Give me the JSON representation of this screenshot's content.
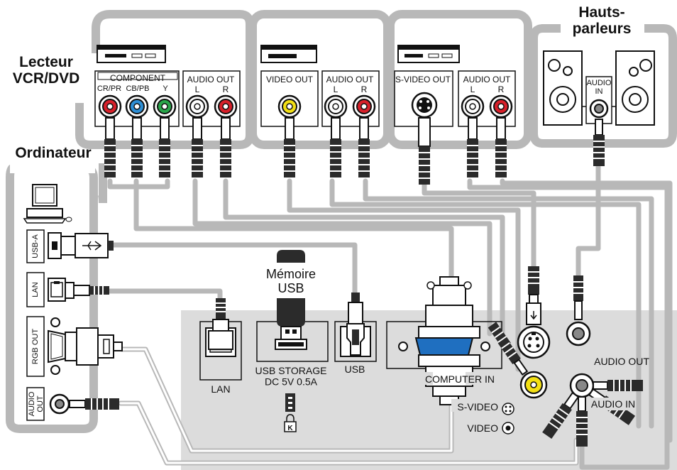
{
  "groups": {
    "vcr_dvd": "Lecteur\nVCR/DVD",
    "speakers": "Hauts-\nparleurs",
    "computer": "Ordinateur"
  },
  "vcr_ports": {
    "component": "COMPONENT",
    "cr_pr": "CR/PR",
    "cb_pb": "CB/PB",
    "y": "Y",
    "audio_out_1": "AUDIO OUT",
    "l1": "L",
    "r1": "R",
    "video_out": "VIDEO OUT",
    "audio_out_2": "AUDIO OUT",
    "l2": "L",
    "r2": "R",
    "s_video_out": "S-VIDEO OUT",
    "audio_out_3": "AUDIO OUT",
    "l3": "L",
    "r3": "R"
  },
  "speaker_ports": {
    "audio_in": "AUDIO\nIN"
  },
  "computer_ports": {
    "usb_a": "USB-A",
    "lan": "LAN",
    "rgb_out": "RGB OUT",
    "audio_out": "AUDIO\nOUT"
  },
  "projector": {
    "usb_memory": "Mémoire\nUSB",
    "lan": "LAN",
    "usb_storage": "USB STORAGE\nDC 5V 0.5A",
    "usb": "USB",
    "computer_in": "COMPUTER IN",
    "audio_out": "AUDIO OUT",
    "s_video": "S-VIDEO",
    "video": "VIDEO",
    "audio_in": "AUDIO IN"
  },
  "colors": {
    "red": "#d8202a",
    "blue": "#2d8fd6",
    "green": "#29a64a",
    "yellow": "#f3e014",
    "white": "#ffffff",
    "vga_blue": "#1f6fc0",
    "gray_panel": "#dcdcdc",
    "frame": "#b8b8b8"
  }
}
